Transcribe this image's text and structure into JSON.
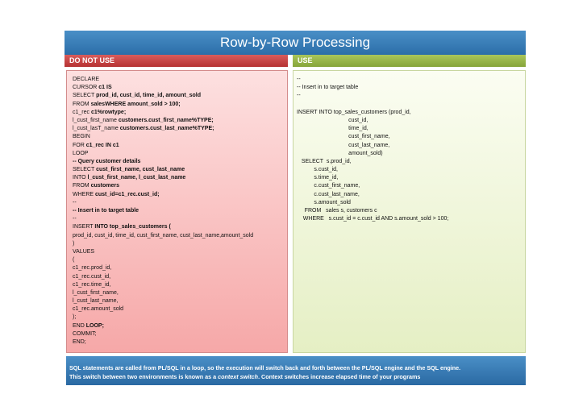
{
  "title": "Row-by-Row Processing",
  "left_header": "DO NOT USE",
  "right_header": "USE",
  "left_code": [
    [
      [
        "DECLARE",
        false
      ]
    ],
    [
      [
        "CURSOR ",
        false
      ],
      [
        "c1 IS",
        true
      ]
    ],
    [
      [
        "SELECT ",
        false
      ],
      [
        "prod_id, cust_id, time_id, amount_sold",
        true
      ]
    ],
    [
      [
        "FROM ",
        false
      ],
      [
        "salesWHERE amount_sold > 100;",
        true
      ]
    ],
    [
      [
        "c1_rec ",
        false
      ],
      [
        "c1%rowtype;",
        true
      ]
    ],
    [
      [
        "l_cust_first_name ",
        false
      ],
      [
        "customers.cust_first_name%TYPE;",
        true
      ]
    ],
    [
      [
        "l_cust_lasT_name ",
        false
      ],
      [
        "customers.cust_last_name%TYPE;",
        true
      ]
    ],
    [
      [
        "BEGIN",
        false
      ]
    ],
    [
      [
        "FOR ",
        false
      ],
      [
        "c1_rec IN c1",
        true
      ]
    ],
    [
      [
        "LOOP",
        false
      ]
    ],
    [
      [
        "-- Query customer details",
        true
      ]
    ],
    [
      [
        "SELECT ",
        false
      ],
      [
        "cust_first_name, cust_last_name",
        true
      ]
    ],
    [
      [
        "INTO ",
        false
      ],
      [
        "l_cust_first_name, l_cust_last_name",
        true
      ]
    ],
    [
      [
        "FROM ",
        false
      ],
      [
        "customers",
        true
      ]
    ],
    [
      [
        "WHERE ",
        false
      ],
      [
        "cust_id=c1_rec.cust_id;",
        true
      ]
    ],
    [
      [
        "--",
        false
      ]
    ],
    [
      [
        "-- Insert in to target table",
        true
      ]
    ],
    [
      [
        "--",
        false
      ]
    ],
    [
      [
        "INSERT ",
        false
      ],
      [
        "INTO top_sales_customers (",
        true
      ]
    ],
    [
      [
        "prod_id, cust_id, time_id, cust_first_name, cust_last_name,amount_sold",
        false
      ]
    ],
    [
      [
        ")",
        false
      ]
    ],
    [
      [
        "VALUES",
        false
      ]
    ],
    [
      [
        "(",
        false
      ]
    ],
    [
      [
        "c1_rec.prod_id,",
        false
      ]
    ],
    [
      [
        "c1_rec.cust_id,",
        false
      ]
    ],
    [
      [
        "c1_rec.time_id,",
        false
      ]
    ],
    [
      [
        "l_cust_first_name,",
        false
      ]
    ],
    [
      [
        "l_cust_last_name,",
        false
      ]
    ],
    [
      [
        "c1_rec.amount_sold",
        false
      ]
    ],
    [
      [
        ");",
        false
      ]
    ],
    [
      [
        "END ",
        false
      ],
      [
        "LOOP;",
        true
      ]
    ],
    [
      [
        "COMMIT;",
        false
      ]
    ],
    [
      [
        "END;",
        false
      ]
    ]
  ],
  "right_code": [
    "--",
    "-- Insert in to target table",
    "--",
    "",
    "INSERT INTO top_sales_customers (prod_id,",
    "                                 cust_id,",
    "                                 time_id,",
    "                                 cust_first_name,",
    "                                 cust_last_name,",
    "                                 amount_sold)",
    "   SELECT  s.prod_id,",
    "           s.cust_id,",
    "           s.time_id,",
    "           c.cust_first_name,",
    "           c.cust_last_name,",
    "           s.amount_sold",
    "     FROM   sales s, customers c",
    "    WHERE   s.cust_id = c.cust_id AND s.amount_sold > 100;"
  ],
  "footer": {
    "line1": "SQL statements are called from PL/SQL in a loop, so the execution will switch back and forth between the PL/SQL engine and the SQL engine.",
    "line2_pre": " This switch between two environments is known as a ",
    "line2_em": "context switch",
    "line2_post": ". Context switches increase elapsed   time of your programs"
  }
}
